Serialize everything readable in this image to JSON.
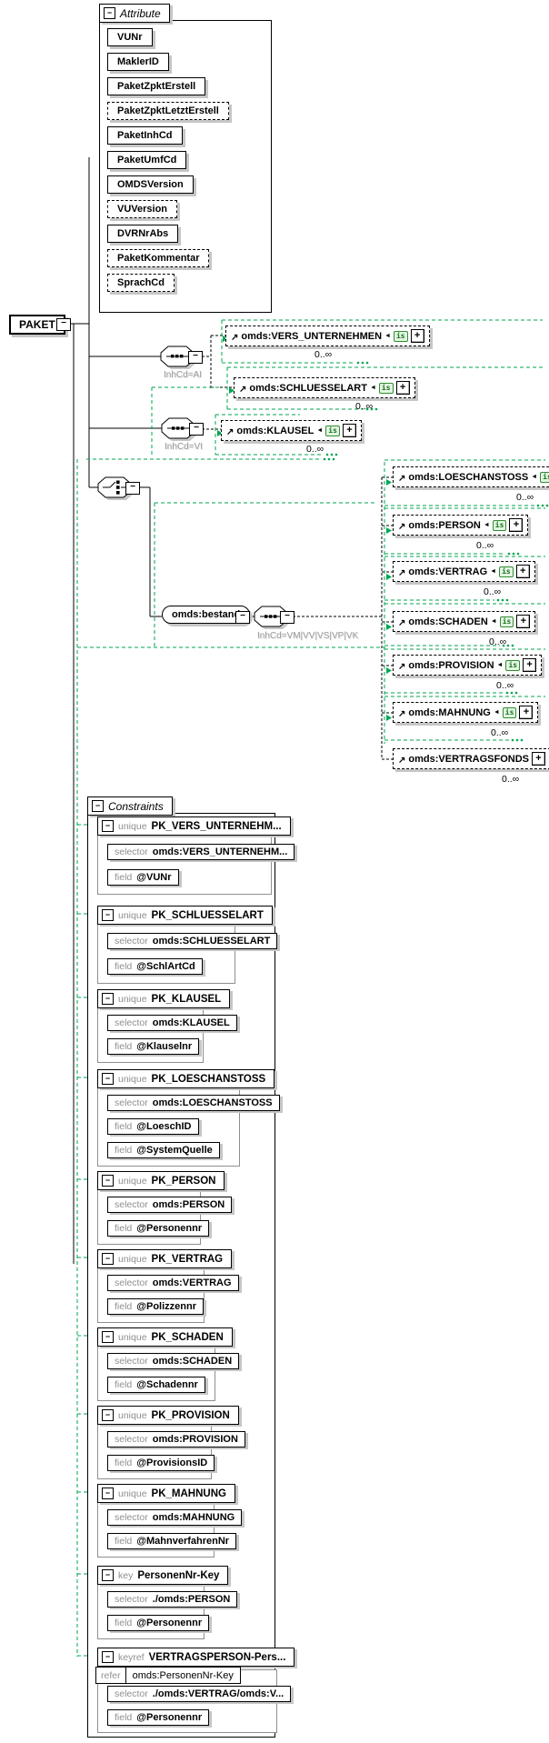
{
  "root": {
    "label": "PAKET"
  },
  "icons": {
    "collapse_glyph": "−",
    "expand_glyph": "+",
    "ref_arrow_glyph": "↗",
    "substitution_badge_label": "is",
    "back_arrow_glyph": "◄"
  },
  "attributes": {
    "label": "Attribute",
    "items": [
      {
        "name": "VUNr",
        "optional": false
      },
      {
        "name": "MaklerID",
        "optional": false
      },
      {
        "name": "PaketZpktErstell",
        "optional": false
      },
      {
        "name": "PaketZpktLetztErstell",
        "optional": true
      },
      {
        "name": "PaketInhCd",
        "optional": false
      },
      {
        "name": "PaketUmfCd",
        "optional": false
      },
      {
        "name": "OMDSVersion",
        "optional": false
      },
      {
        "name": "VUVersion",
        "optional": true
      },
      {
        "name": "DVRNrAbs",
        "optional": false
      },
      {
        "name": "PaketKommentar",
        "optional": true
      },
      {
        "name": "SprachCd",
        "optional": true
      }
    ]
  },
  "tree": {
    "groups": [
      {
        "type": "sequence",
        "label": "InhCd=AI",
        "children": [
          {
            "name": "omds:VERS_UNTERNEHMEN",
            "occurs": "0..∞"
          },
          {
            "name": "omds:SCHLUESSELART",
            "occurs": "0..∞"
          }
        ]
      },
      {
        "type": "sequence",
        "label": "InhCd=VI",
        "children": [
          {
            "name": "omds:KLAUSEL",
            "occurs": "0..∞"
          }
        ]
      },
      {
        "type": "choice",
        "label": ""
      },
      {
        "type": "element",
        "name": "omds:bestand"
      },
      {
        "type": "sequence",
        "label": "InhCd=VM|VV|VS|VP|VK",
        "children": [
          {
            "name": "omds:LOESCHANSTOSS",
            "occurs": "0..∞"
          },
          {
            "name": "omds:PERSON",
            "occurs": "0..∞"
          },
          {
            "name": "omds:VERTRAG",
            "occurs": "0..∞"
          },
          {
            "name": "omds:SCHADEN",
            "occurs": "0..∞"
          },
          {
            "name": "omds:PROVISION",
            "occurs": "0..∞"
          },
          {
            "name": "omds:MAHNUNG",
            "occurs": "0..∞"
          },
          {
            "name": "omds:VERTRAGSFONDS",
            "occurs": "0..∞"
          }
        ]
      }
    ]
  },
  "constraints": {
    "label": "Constraints",
    "selector_label": "selector",
    "field_label": "field",
    "blocks": [
      {
        "kind_label": "unique",
        "name": "PK_VERS_UNTERNEHM...",
        "selector": "omds:VERS_UNTERNEHM...",
        "fields": [
          "@VUNr"
        ]
      },
      {
        "kind_label": "unique",
        "name": "PK_SCHLUESSELART",
        "selector": "omds:SCHLUESSELART",
        "fields": [
          "@SchlArtCd"
        ]
      },
      {
        "kind_label": "unique",
        "name": "PK_KLAUSEL",
        "selector": "omds:KLAUSEL",
        "fields": [
          "@Klauselnr"
        ]
      },
      {
        "kind_label": "unique",
        "name": "PK_LOESCHANSTOSS",
        "selector": "omds:LOESCHANSTOSS",
        "fields": [
          "@LoeschID",
          "@SystemQuelle"
        ]
      },
      {
        "kind_label": "unique",
        "name": "PK_PERSON",
        "selector": "omds:PERSON",
        "fields": [
          "@Personennr"
        ]
      },
      {
        "kind_label": "unique",
        "name": "PK_VERTRAG",
        "selector": "omds:VERTRAG",
        "fields": [
          "@Polizzennr"
        ]
      },
      {
        "kind_label": "unique",
        "name": "PK_SCHADEN",
        "selector": "omds:SCHADEN",
        "fields": [
          "@Schadennr"
        ]
      },
      {
        "kind_label": "unique",
        "name": "PK_PROVISION",
        "selector": "omds:PROVISION",
        "fields": [
          "@ProvisionsID"
        ]
      },
      {
        "kind_label": "unique",
        "name": "PK_MAHNUNG",
        "selector": "omds:MAHNUNG",
        "fields": [
          "@MahnverfahrenNr"
        ]
      },
      {
        "kind_label": "key",
        "name": "PersonenNr-Key",
        "selector": "./omds:PERSON",
        "fields": [
          "@Personennr"
        ]
      },
      {
        "kind_label": "keyref",
        "name": "VERTRAGSPERSON-Pers...",
        "refer_label": "refer",
        "refer": "omds:PersonenNr-Key",
        "selector": "./omds:VERTRAG/omds:V...",
        "fields": [
          "@Personennr"
        ]
      }
    ]
  }
}
